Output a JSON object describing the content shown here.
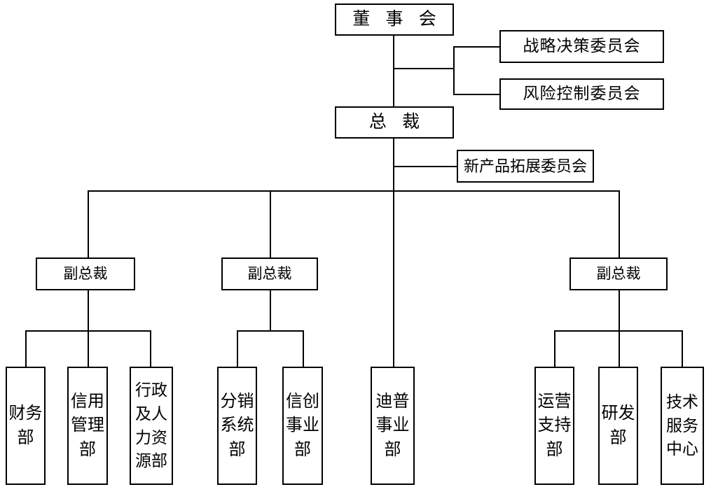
{
  "chart_data": {
    "type": "diagram",
    "subtype": "organization-chart",
    "title": "",
    "orientation": "top-down",
    "nodes": [
      {
        "id": "board",
        "label": "董 事 会",
        "level": 0
      },
      {
        "id": "strategy",
        "label": "战略决策委员会",
        "level": 1
      },
      {
        "id": "risk",
        "label": "风险控制委员会",
        "level": 1
      },
      {
        "id": "president",
        "label": "总  裁",
        "level": 1
      },
      {
        "id": "newproduct",
        "label": "新产品拓展委员会",
        "level": 2
      },
      {
        "id": "vp1",
        "label": "副总裁",
        "level": 3
      },
      {
        "id": "vp2",
        "label": "副总裁",
        "level": 3
      },
      {
        "id": "vp3",
        "label": "副总裁",
        "level": 3
      },
      {
        "id": "finance",
        "label": "财务部",
        "level": 4
      },
      {
        "id": "credit",
        "label": "信用管理部",
        "level": 4
      },
      {
        "id": "hr",
        "label": "行政及人力资源部",
        "level": 4
      },
      {
        "id": "distribution",
        "label": "分销系统部",
        "level": 4
      },
      {
        "id": "xinchuang",
        "label": "信创事业部",
        "level": 4
      },
      {
        "id": "dptech",
        "label": "迪普事业部",
        "level": 4
      },
      {
        "id": "operations",
        "label": "运营支持部",
        "level": 4
      },
      {
        "id": "rnd",
        "label": "研发部",
        "level": 4
      },
      {
        "id": "techservice",
        "label": "技术服务中心",
        "level": 4
      }
    ],
    "edges": [
      {
        "from": "board",
        "to": "strategy"
      },
      {
        "from": "board",
        "to": "risk"
      },
      {
        "from": "board",
        "to": "president"
      },
      {
        "from": "president",
        "to": "newproduct"
      },
      {
        "from": "president",
        "to": "vp1"
      },
      {
        "from": "president",
        "to": "vp2"
      },
      {
        "from": "president",
        "to": "vp3"
      },
      {
        "from": "president",
        "to": "dptech"
      },
      {
        "from": "vp1",
        "to": "finance"
      },
      {
        "from": "vp1",
        "to": "credit"
      },
      {
        "from": "vp1",
        "to": "hr"
      },
      {
        "from": "vp2",
        "to": "distribution"
      },
      {
        "from": "vp2",
        "to": "xinchuang"
      },
      {
        "from": "vp3",
        "to": "operations"
      },
      {
        "from": "vp3",
        "to": "rnd"
      },
      {
        "from": "vp3",
        "to": "techservice"
      }
    ],
    "colors": {
      "box_border": "#000000",
      "box_fill": "#ffffff",
      "connector": "#000000",
      "text": "#000000",
      "background": "#ffffff"
    }
  },
  "board": {
    "label": "董 事 会"
  },
  "committees": {
    "strategy": {
      "label": "战略决策委员会"
    },
    "risk": {
      "label": "风险控制委员会"
    }
  },
  "president": {
    "label": "总  裁"
  },
  "new_product_committee": {
    "label": "新产品拓展委员会"
  },
  "vps": {
    "vp1": {
      "label": "副总裁"
    },
    "vp2": {
      "label": "副总裁"
    },
    "vp3": {
      "label": "副总裁"
    }
  },
  "departments": {
    "finance": {
      "label": "财务部"
    },
    "credit": {
      "label": "信用管理部"
    },
    "hr": {
      "label": "行政及人力资源部"
    },
    "distribution": {
      "label": "分销系统部"
    },
    "xinchuang": {
      "label": "信创事业部"
    },
    "dptech": {
      "label": "迪普事业部"
    },
    "operations": {
      "label": "运营支持部"
    },
    "rnd": {
      "label": "研发部"
    },
    "techservice": {
      "label": "技术服务中心"
    }
  }
}
